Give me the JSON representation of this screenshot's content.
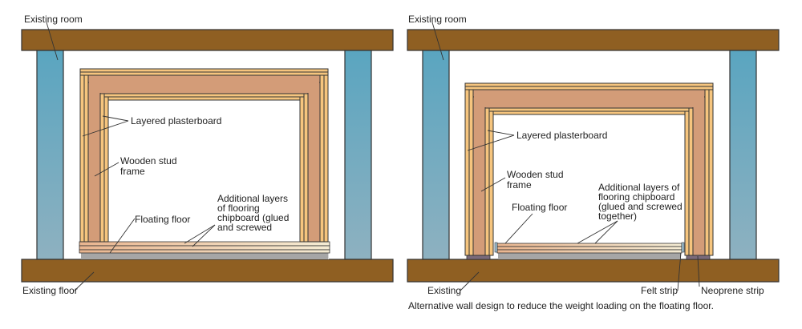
{
  "colors": {
    "slab": "#8f5f22",
    "outline": "#333333",
    "wall_top": "#5aa5c0",
    "wall_bottom": "#8eb1c0",
    "stud": "#d39c78",
    "plasterboard": "#f6c57e",
    "chipboard_top": "#e9b58f",
    "chipboard_bottom": "#f5ecd4",
    "mineral": "#555555",
    "neoprene": "#7a6a7a",
    "felt": "#9ec3d6",
    "leader": "#333333"
  },
  "left_diagram": {
    "labels": {
      "existing_room": "Existing room",
      "layered_plasterboard": "Layered plasterboard",
      "stud_frame_1": "Wooden stud",
      "stud_frame_2": "frame",
      "floating_floor": "Floating floor",
      "chipboard_1": "Additional layers",
      "chipboard_2": "of flooring",
      "chipboard_3": "chipboard (glued",
      "chipboard_4": "and screwed",
      "existing_floor": "Existing floor"
    }
  },
  "right_diagram": {
    "labels": {
      "existing_room": "Existing room",
      "layered_plasterboard": "Layered plasterboard",
      "stud_frame_1": "Wooden stud",
      "stud_frame_2": "frame",
      "floating_floor": "Floating floor",
      "chipboard_1": "Additional layers of",
      "chipboard_2": "flooring chipboard",
      "chipboard_3": "(glued and screwed",
      "chipboard_4": "together)",
      "existing": "Existing",
      "felt_strip": "Felt strip",
      "neoprene_strip": "Neoprene strip"
    },
    "caption": "Alternative wall design to reduce the weight loading on the floating floor."
  }
}
